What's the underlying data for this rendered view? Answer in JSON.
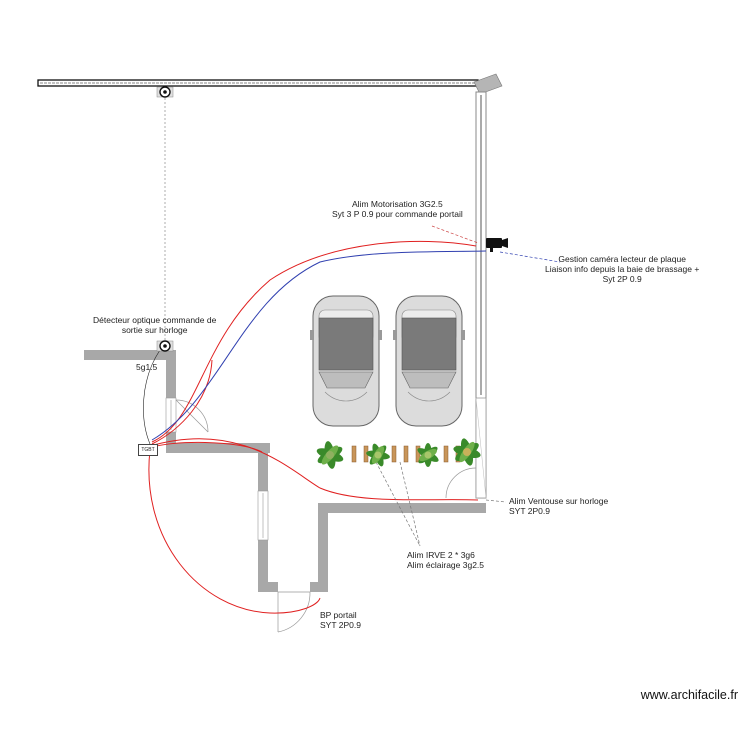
{
  "labels": {
    "alim_motorisation": [
      "Alim Motorisation 3G2.5",
      "Syt 3 P 0.9 pour commande portail"
    ],
    "gestion_camera": [
      "Gestion caméra lecteur de plaque",
      "Liaison info depuis la baie de brassage +",
      "Syt 2P 0.9"
    ],
    "detecteur": [
      "Détecteur optique commande de",
      "sortie sur horloge"
    ],
    "cable_5g": "5g1.5",
    "tgbt": "TGBT",
    "alim_ventouse": [
      "Alim Ventouse sur horloge",
      "SYT 2P0.9"
    ],
    "alim_irve": [
      "Alim IRVE 2 * 3g6",
      "Alim éclairage 3g2.5"
    ],
    "bp_portail": [
      "BP portail",
      "SYT 2P0.9"
    ]
  },
  "credit": "www.archifacile.fr",
  "colors": {
    "wall": "#a8a8a8",
    "red_cable": "#e02020",
    "blue_cable": "#3040b0",
    "car_body": "#d9d9d9",
    "car_roof": "#7a7a7a",
    "plant": "#3a8a2a",
    "bollard": "#c8955a"
  },
  "icons": [
    "optical-detector-icon",
    "camera-icon",
    "car-icon",
    "plant-icon",
    "door-icon"
  ]
}
